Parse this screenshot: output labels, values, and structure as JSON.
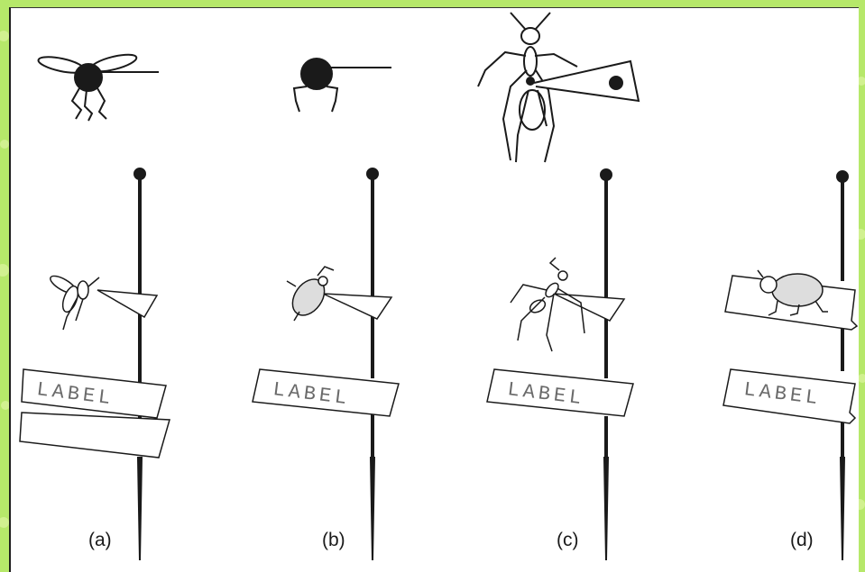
{
  "colors": {
    "background": "#b6e86a",
    "panel": "#ffffff",
    "ink": "#1a1a1a"
  },
  "figure": {
    "panels": [
      {
        "caption": "(a)",
        "label": "LABEL"
      },
      {
        "caption": "(b)",
        "label": "LABEL"
      },
      {
        "caption": "(c)",
        "label": "LABEL"
      },
      {
        "caption": "(d)",
        "label": "LABEL"
      }
    ]
  }
}
